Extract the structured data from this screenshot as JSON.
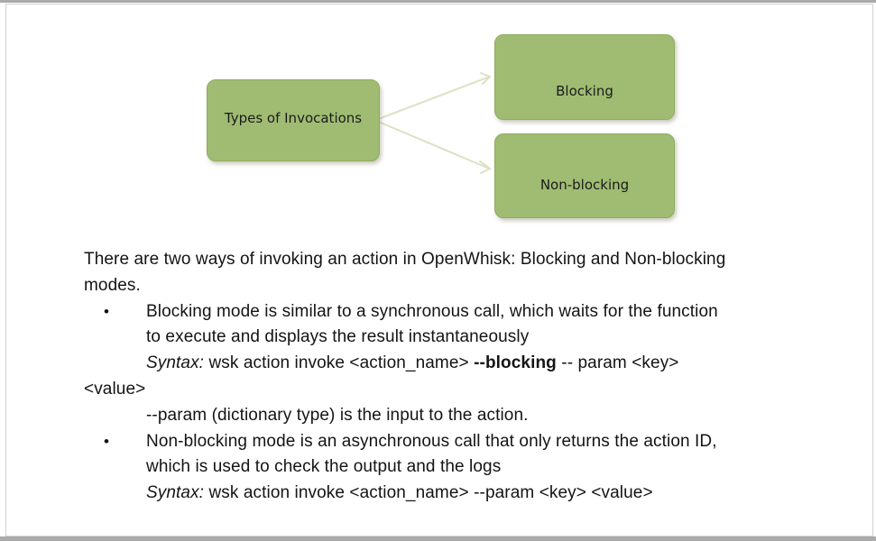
{
  "page": {
    "background_color": "#ffffff",
    "chrome_bar_color": "#ababab",
    "frame_border_color": "#d2d2d2"
  },
  "diagram": {
    "node_fill_color": "#9fbc72",
    "node_border_color": "#8fac60",
    "connector_color": "#dbe1c2",
    "nodes": [
      {
        "id": "root",
        "label": "Types of Invocations"
      },
      {
        "id": "blocking",
        "label": "Blocking"
      },
      {
        "id": "nonblocking",
        "label": "Non-blocking"
      }
    ]
  },
  "body": {
    "bullet_glyph": "•",
    "intro_line1": "There are two ways of invoking an action in OpenWhisk: Blocking and Non-blocking",
    "intro_line2": "modes.",
    "bullet1_line1": "Blocking mode is similar to a synchronous call, which waits for the function",
    "bullet1_line2": "to execute and displays the result instantaneously",
    "bullet1_syntax_label": "Syntax:",
    "bullet1_syntax_pre": " wsk action invoke <action_name> ",
    "bullet1_syntax_bold": "--blocking",
    "bullet1_syntax_post": " -- param <key>",
    "bullet1_wrap": "<value>",
    "bullet1_param": "--param (dictionary type) is the input to the action.",
    "bullet2_line1": "Non-blocking mode is an asynchronous call that only returns the action ID,",
    "bullet2_line2": "which is used to check the output and the logs",
    "bullet2_syntax_label": "Syntax:",
    "bullet2_syntax_rest": " wsk action invoke <action_name> --param <key> <value>"
  }
}
